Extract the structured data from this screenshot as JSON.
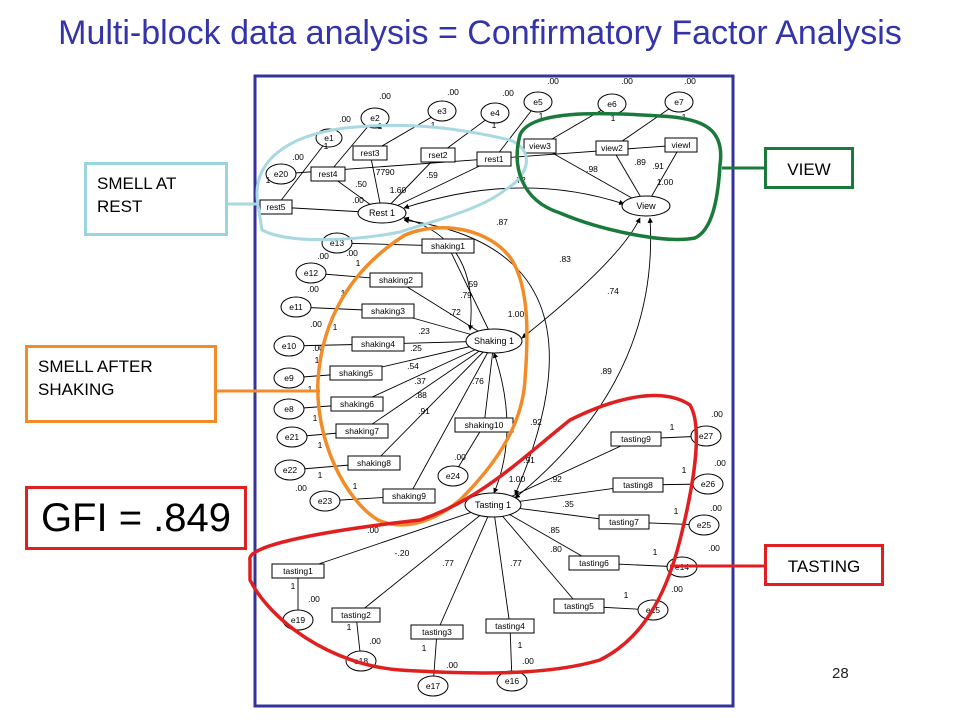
{
  "slide": {
    "title": "Multi-block data analysis = Confirmatory Factor Analysis",
    "page_number": "28",
    "gfi_label": "GFI = .849"
  },
  "callouts": {
    "rest": [
      "SMELL AT",
      "REST"
    ],
    "shaking": [
      "SMELL AFTER",
      "SHAKING"
    ],
    "view": "VIEW",
    "tasting": "TASTING"
  },
  "colors": {
    "title": "#3333aa",
    "frame": "#333399",
    "rest_outline": "#a8d8e0",
    "shaking_outline": "#f28c28",
    "view_outline": "#1a7a3c",
    "tasting_outline": "#e02020"
  },
  "factors": [
    "Rest 1",
    "View",
    "Shaking 1",
    "Tasting 1"
  ],
  "indicators": [
    "rest5",
    "rest4",
    "rest3",
    "rset2",
    "rest1",
    "view3",
    "view2",
    "viewl",
    "shaking1",
    "shaking2",
    "shaking3",
    "shaking4",
    "shaking5",
    "shaking6",
    "shaking7",
    "shaking8",
    "shaking9",
    "shaking10",
    "tasting9",
    "tasting8",
    "tasting7",
    "tasting6",
    "tasting5",
    "tasting1",
    "tasting2",
    "tasting3",
    "tasting4"
  ],
  "errors": [
    "e1",
    "e2",
    "e3",
    "e4",
    "e5",
    "e6",
    "e7",
    "e20",
    "e13",
    "e12",
    "e11",
    "e10",
    "e9",
    "e8",
    "e21",
    "e22",
    "e23",
    "e24",
    "e27",
    "e26",
    "e25",
    "e14",
    "e15",
    "e19",
    "e18",
    "e17",
    "e16"
  ],
  "path_labels": [
    ".00",
    ".00",
    ".00",
    ".00",
    ".00",
    ".00",
    ".00",
    ".00",
    ".00",
    ".00",
    ".7790",
    ".59",
    ".50",
    "1.60",
    ".72",
    ".98",
    ".89",
    ".91",
    "1.00",
    ".87",
    ".83",
    ".74",
    ".89",
    ".59",
    ".79",
    ".72",
    "1.00",
    ".23",
    ".25",
    ".54",
    ".37",
    ".88",
    ".91",
    ".76",
    ".92",
    ".91",
    "1.00",
    ".92",
    ".35",
    ".85",
    ".80",
    "-.20",
    ".77",
    ".77",
    ".00",
    ".00",
    ".00",
    ".00",
    ".00",
    ".00",
    ".00",
    ".00",
    ".00",
    ".00",
    ".00",
    ".00",
    ".00",
    ".00",
    ".00",
    ".00"
  ],
  "path_constant": "1"
}
